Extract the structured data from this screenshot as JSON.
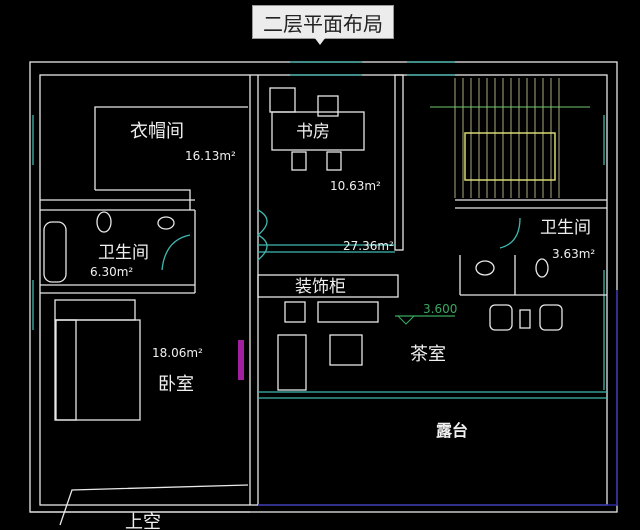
{
  "title": "二层平面布局",
  "rooms": {
    "closet": {
      "name": "衣帽间",
      "area": "16.13m²"
    },
    "study": {
      "name": "书房",
      "area": "10.63m²"
    },
    "bath_left": {
      "name": "卫生间",
      "area": "6.30m²"
    },
    "hall": {
      "area": "27.36m²"
    },
    "bath_right": {
      "name": "卫生间",
      "area": "3.63m²"
    },
    "cabinet": {
      "name": "装饰柜"
    },
    "elevation": "3.600",
    "bedroom": {
      "name": "卧室",
      "area": "18.06m²"
    },
    "tea_room": {
      "name": "茶室"
    },
    "terrace": {
      "name": "露台"
    },
    "void": {
      "name": "上空"
    }
  },
  "colors": {
    "wall": "#e8e8e8",
    "window": "#3fb8b0",
    "stair": "#d8d870",
    "elevation": "#3aa860",
    "door_accent": "#a020a0",
    "terrace_edge": "#2a2aa0"
  }
}
